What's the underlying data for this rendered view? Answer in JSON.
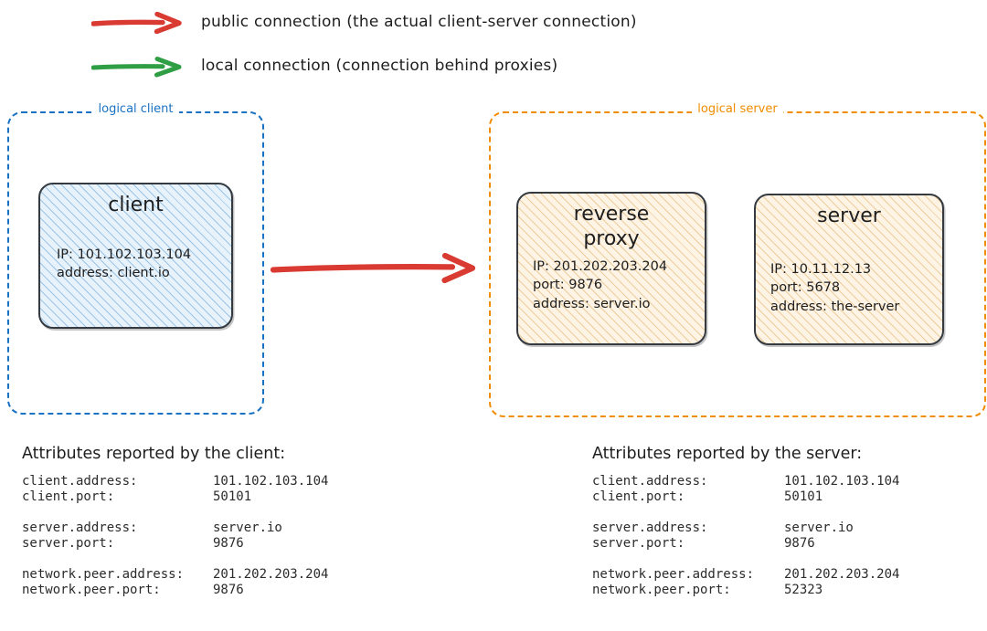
{
  "legend": [
    {
      "id": "public",
      "arrow_icon": "red-arrow-right-icon",
      "color": "#d93a32",
      "label": "public connection (the actual client-server connection)"
    },
    {
      "id": "local",
      "arrow_icon": "green-arrow-right-icon",
      "color": "#2f9e44",
      "label": "local connection (connection behind proxies)"
    }
  ],
  "groups": {
    "client": {
      "label": "logical client",
      "color": "#1971c2"
    },
    "server": {
      "label": "logical server",
      "color": "#f08c00"
    }
  },
  "nodes": {
    "client": {
      "title": "client",
      "attrs": [
        "IP: 101.102.103.104",
        "address: client.io"
      ]
    },
    "reverse_proxy": {
      "title": "reverse\nproxy",
      "attrs": [
        "IP: 201.202.203.204",
        "port: 9876",
        "address: server.io"
      ]
    },
    "server": {
      "title": "server",
      "attrs": [
        "IP: 10.11.12.13",
        "port: 5678",
        "address: the-server"
      ]
    }
  },
  "connection": {
    "public_arrow_icon": "red-arrow-right-icon",
    "color": "#d93a32"
  },
  "attribute_panels": {
    "client": {
      "heading": "Attributes reported by the client:",
      "rows": [
        {
          "key": "client.address:",
          "value": "101.102.103.104"
        },
        {
          "key": "client.port:",
          "value": "50101"
        },
        {
          "key": "",
          "value": ""
        },
        {
          "key": "server.address:",
          "value": "server.io"
        },
        {
          "key": "server.port:",
          "value": "9876"
        },
        {
          "key": "",
          "value": ""
        },
        {
          "key": "network.peer.address:",
          "value": "201.202.203.204"
        },
        {
          "key": "network.peer.port:",
          "value": "9876"
        }
      ]
    },
    "server": {
      "heading": "Attributes reported by the server:",
      "rows": [
        {
          "key": "client.address:",
          "value": "101.102.103.104"
        },
        {
          "key": "client.port:",
          "value": "50101"
        },
        {
          "key": "",
          "value": ""
        },
        {
          "key": "server.address:",
          "value": "server.io"
        },
        {
          "key": "server.port:",
          "value": "9876"
        },
        {
          "key": "",
          "value": ""
        },
        {
          "key": "network.peer.address:",
          "value": "201.202.203.204"
        },
        {
          "key": "network.peer.port:",
          "value": "52323"
        }
      ]
    }
  }
}
